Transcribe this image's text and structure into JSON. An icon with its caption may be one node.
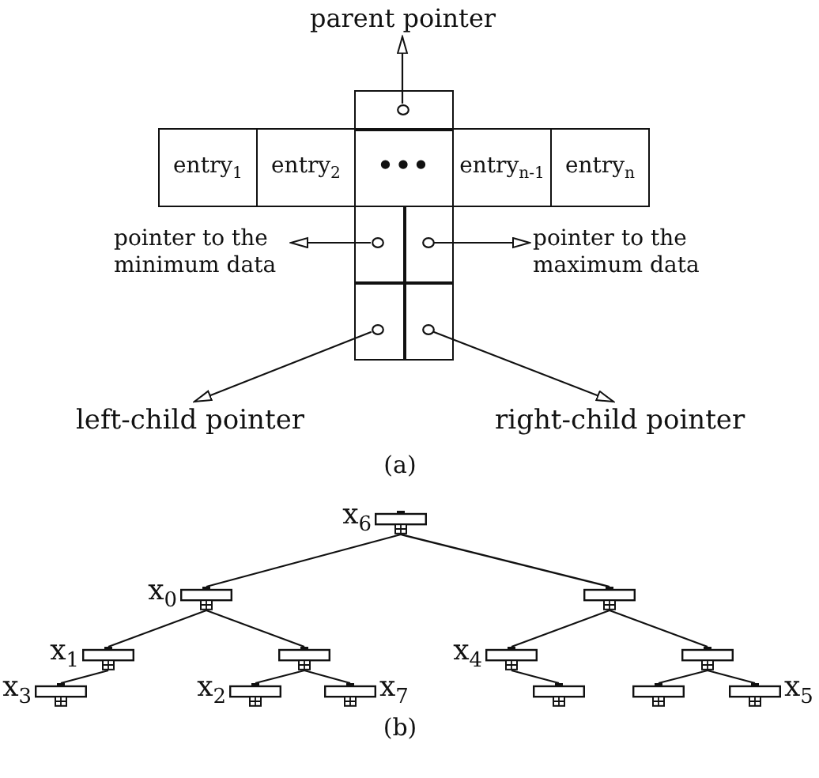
{
  "diagram": {
    "nodes": [
      {
        "text": [
          "parent pointer"
        ]
      },
      {
        "text": [],
        "shape": "box"
      },
      {
        "text": [],
        "shape": "circle",
        "in": 1
      },
      {
        "text": [
          "entry$_{1}$"
        ]
      },
      {
        "text": [
          "entry$_{2}$"
        ]
      },
      {
        "text": [
          "•••"
        ]
      },
      {
        "text": [
          "entry$_{n-1}$"
        ]
      },
      {
        "text": [
          "entry$_{n}$"
        ]
      },
      {
        "text": [
          "pointer to the minimum data"
        ]
      },
      {
        "text": [],
        "shape": "box"
      },
      {
        "text": [],
        "shape": "circle",
        "in": 9
      },
      {
        "text": [],
        "shape": "box"
      },
      {
        "text": [],
        "shape": "circle",
        "in": 11
      },
      {
        "text": [
          "pointer to the maximum data"
        ]
      },
      {
        "text": [],
        "shape": "box"
      },
      {
        "text": [],
        "shape": "circle",
        "in": 14
      },
      {
        "text": [],
        "shape": "box"
      },
      {
        "text": [],
        "shape": "circle",
        "in": 16
      },
      {
        "text": [
          "left-child pointer"
        ]
      },
      {
        "text": [
          "right-child pointer"
        ]
      },
      {
        "text": [],
        "shape": "bar",
        "beside": [
          "x$_{6}$"
        ]
      },
      {
        "text": [],
        "shape": "bar",
        "beside": [
          "x$_{0}$"
        ]
      },
      {
        "text": [],
        "shape": "bar"
      },
      {
        "text": [],
        "shape": "bar",
        "beside": [
          "x$_{1}$"
        ]
      },
      {
        "text": [],
        "shape": "bar"
      },
      {
        "text": [],
        "shape": "bar",
        "beside": [
          "x$_{4}$"
        ]
      },
      {
        "text": [],
        "shape": "bar"
      },
      {
        "text": [],
        "shape": "bar",
        "beside": [
          "x$_{3}$"
        ]
      },
      {
        "text": [],
        "shape": "bar",
        "beside": [
          "x$_{2}$"
        ]
      },
      {
        "text": [],
        "shape": "bar",
        "beside": [
          "x$_{7}$"
        ]
      },
      {
        "text": [],
        "shape": "bar"
      },
      {
        "text": [],
        "shape": "bar"
      },
      {
        "text": [],
        "shape": "bar",
        "beside": [
          "x$_{5}$"
        ]
      }
    ],
    "edges": [
      {
        "from": 2,
        "to": 0,
        "arrow": "to"
      },
      {
        "from": 10,
        "to": 8,
        "arrow": "to"
      },
      {
        "from": 12,
        "to": 13,
        "arrow": "to"
      },
      {
        "from": 15,
        "to": 18,
        "arrow": "to"
      },
      {
        "from": 17,
        "to": 19,
        "arrow": "to"
      },
      {
        "from": 20,
        "to": 21,
        "arrow": "none"
      },
      {
        "from": 20,
        "to": 22,
        "arrow": "none"
      },
      {
        "from": 21,
        "to": 23,
        "arrow": "none"
      },
      {
        "from": 21,
        "to": 24,
        "arrow": "none"
      },
      {
        "from": 22,
        "to": 25,
        "arrow": "none"
      },
      {
        "from": 22,
        "to": 26,
        "arrow": "none"
      },
      {
        "from": 23,
        "to": 27,
        "arrow": "none"
      },
      {
        "from": 24,
        "to": 28,
        "arrow": "none"
      },
      {
        "from": 24,
        "to": 29,
        "arrow": "none"
      },
      {
        "from": 25,
        "to": 30,
        "arrow": "none"
      },
      {
        "from": 26,
        "to": 31,
        "arrow": "none"
      },
      {
        "from": 26,
        "to": 32,
        "arrow": "none"
      }
    ],
    "labels": [
      "(a)",
      "(b)"
    ]
  }
}
